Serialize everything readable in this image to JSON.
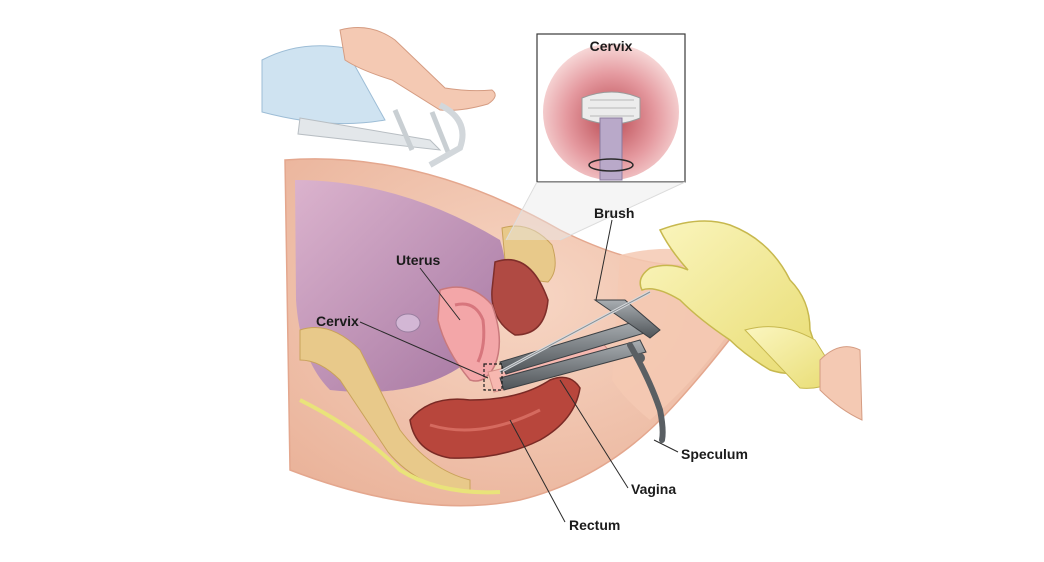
{
  "figure": {
    "inset_title": "Cervix",
    "labels": {
      "uterus": "Uterus",
      "cervix": "Cervix",
      "brush": "Brush",
      "speculum": "Speculum",
      "vagina": "Vagina",
      "rectum": "Rectum"
    }
  },
  "palette": {
    "background": "#ffffff",
    "skin": "#f2c4ae",
    "abdomen_cavity": "#b98ab8",
    "uterus": "#f3a6a8",
    "rectum": "#b8463c",
    "bone": "#e8c98a",
    "glove": "#f5ee9a",
    "speculum": "#6f7478",
    "gown": "#cfe3f1",
    "leader_line": "#2a2a2a"
  }
}
